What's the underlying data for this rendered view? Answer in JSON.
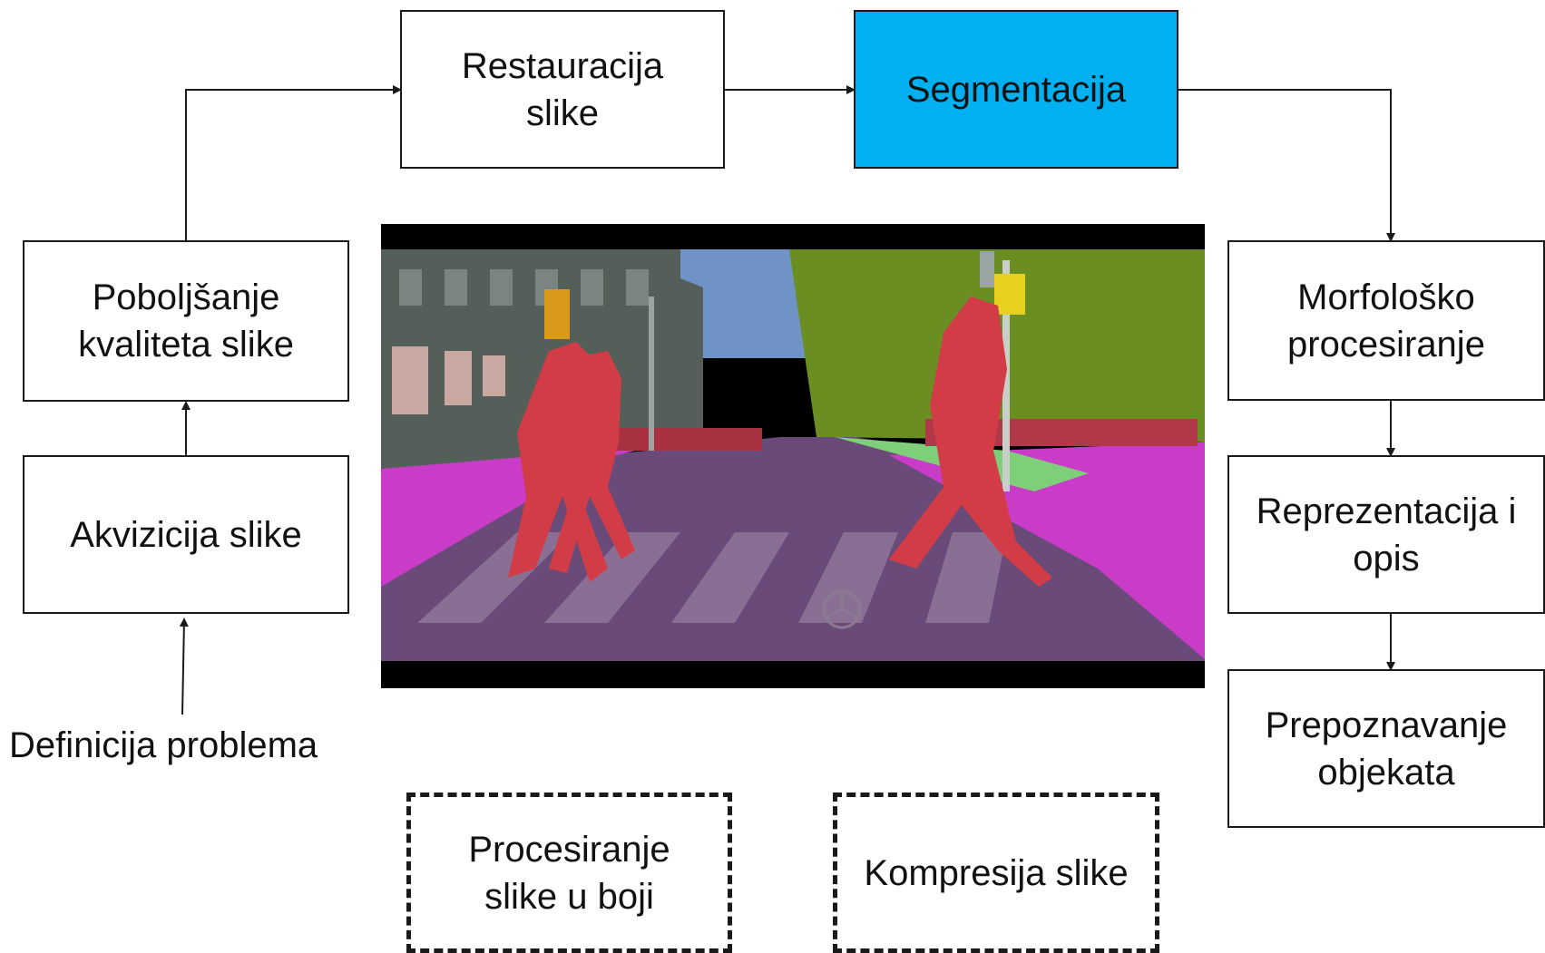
{
  "steps": {
    "restauracija": "Restauracija\nslike",
    "segmentacija": "Segmentacija",
    "poboljsanje": "Poboljšanje\nkvaliteta slike",
    "akvizicija": "Akvizicija slike",
    "morfolosko": "Morfološko\nprocesiranje",
    "reprezentacija": "Reprezentacija i\nopis",
    "prepoznavanje": "Prepoznavanje\nobjekata"
  },
  "start_label": "Definicija problema",
  "optional_steps": {
    "boja": "Procesiranje\nslike u boji",
    "kompresija": "Kompresija slike"
  },
  "colors": {
    "active_step": "#00b0f0",
    "pedestrian": "#d23c46",
    "sidewalk": "#d23cd2",
    "road": "#6a4a78",
    "vegetation": "#6b8e23",
    "building": "#555f5a",
    "sky": "#4682b4"
  }
}
